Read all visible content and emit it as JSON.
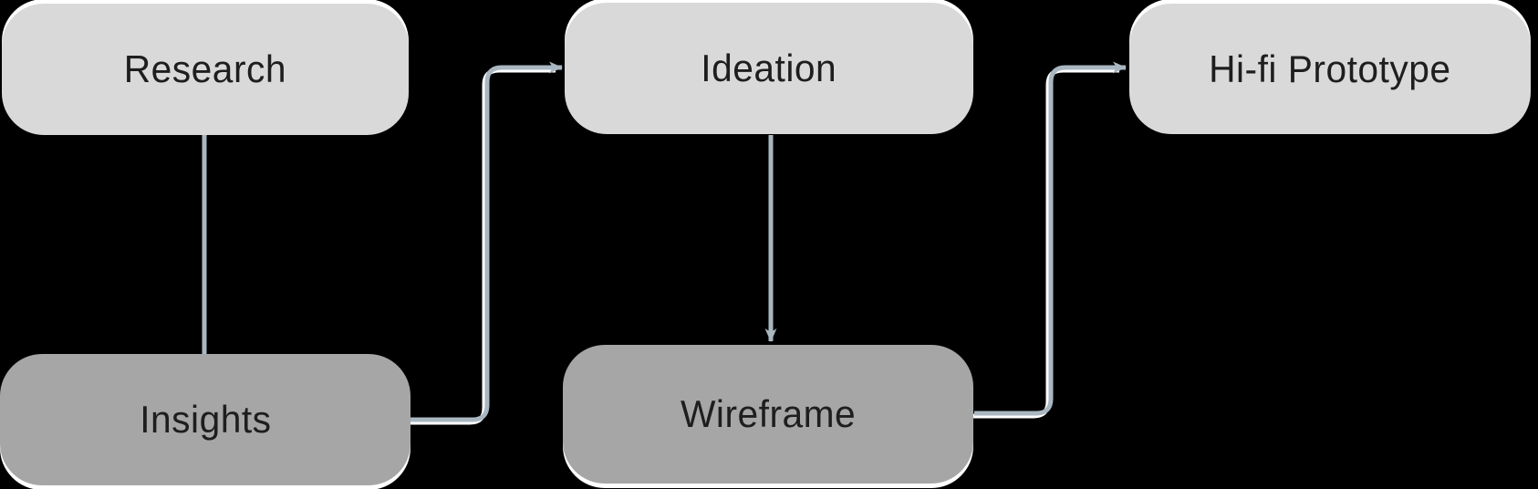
{
  "diagram": {
    "type": "flowchart",
    "nodes": {
      "research": {
        "label": "Research",
        "variant": "light",
        "row": "top"
      },
      "ideation": {
        "label": "Ideation",
        "variant": "light",
        "row": "top"
      },
      "hifi_prototype": {
        "label": "Hi-fi Prototype",
        "variant": "light",
        "row": "top"
      },
      "insights": {
        "label": "Insights",
        "variant": "dark",
        "row": "bottom"
      },
      "wireframe": {
        "label": "Wireframe",
        "variant": "dark",
        "row": "bottom"
      }
    },
    "edges": [
      {
        "from": "Research",
        "to": "Insights",
        "style": "straight-vertical",
        "arrow": false
      },
      {
        "from": "Insights",
        "to": "Ideation",
        "style": "elbow-right-up",
        "arrow": true
      },
      {
        "from": "Ideation",
        "to": "Wireframe",
        "style": "straight-vertical",
        "arrow": true
      },
      {
        "from": "Wireframe",
        "to": "Hi-fi Prototype",
        "style": "elbow-right-up",
        "arrow": true
      }
    ],
    "colors": {
      "background": "#000000",
      "node_light_fill": "#d9d9d9",
      "node_dark_fill": "#a6a6a6",
      "connector": "#a9b7c1",
      "canvas_edge_white": "#ffffff",
      "label_text": "#1e1e1e"
    }
  }
}
